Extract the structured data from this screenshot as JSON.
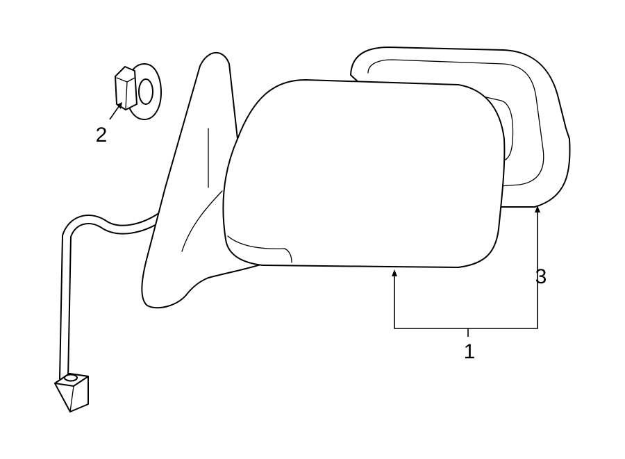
{
  "diagram": {
    "colors": {
      "line": "#000000",
      "background": "#ffffff"
    },
    "callouts": [
      {
        "id": "1",
        "label": "1"
      },
      {
        "id": "2",
        "label": "2"
      },
      {
        "id": "3",
        "label": "3"
      }
    ]
  }
}
